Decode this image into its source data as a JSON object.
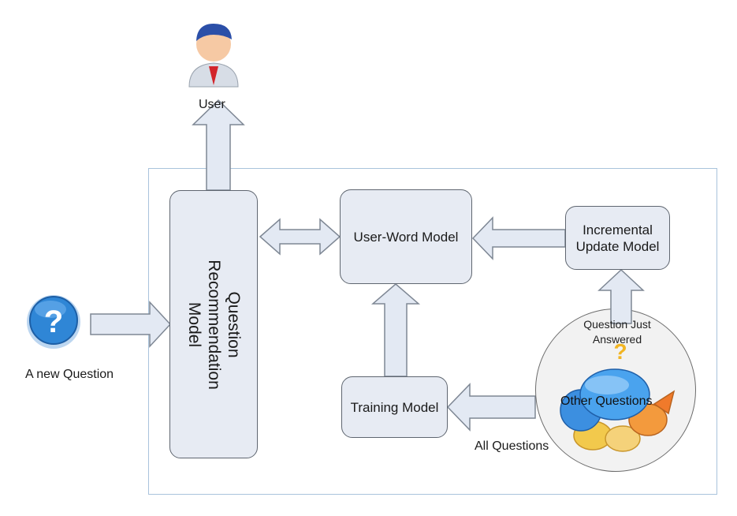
{
  "labels": {
    "user": "User",
    "new_question": "A new Question",
    "all_questions": "All Questions"
  },
  "boxes": {
    "question_recommendation_model": "Question Recommendation Model",
    "user_word_model": "User-Word Model",
    "incremental_update_model_line1": "Incremental",
    "incremental_update_model_line2": "Update Model",
    "training_model": "Training Model"
  },
  "bubble": {
    "question_just_answered_line1": "Question Just",
    "question_just_answered_line2": "Answered",
    "other_questions": "Other Questions"
  },
  "icons": {
    "user": "user-avatar-icon",
    "question": "question-mark-icon",
    "question_cluster": "speech-bubbles-cluster-icon"
  },
  "colors": {
    "box_fill": "#e7ebf3",
    "arrow_fill": "#e3e9f3",
    "frame": "#a9c3dc",
    "question_icon": "#2f86d6"
  }
}
